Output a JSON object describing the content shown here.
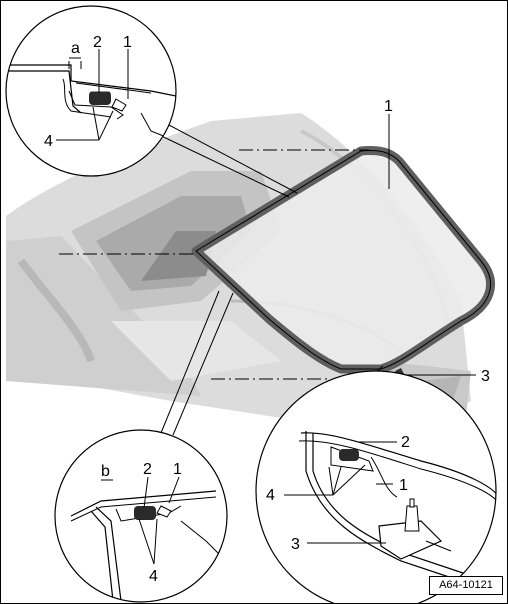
{
  "figure": {
    "code": "A64-10121",
    "colors": {
      "glass_tint": "#ececec",
      "seal": "#6e6e6e",
      "body_grey": "#d6d6d6",
      "clip_dark": "#2a2a2a",
      "outline": "#000000"
    }
  },
  "labels": {
    "main": {
      "item1": "1",
      "item3": "3"
    },
    "detail_top_left": {
      "a": "a",
      "item2": "2",
      "item1": "1",
      "item4": "4"
    },
    "detail_bottom_left": {
      "b": "b",
      "item2": "2",
      "item1": "1",
      "item4": "4"
    },
    "detail_bottom_right": {
      "item2": "2",
      "item4": "4",
      "item1": "1",
      "item3": "3"
    }
  }
}
